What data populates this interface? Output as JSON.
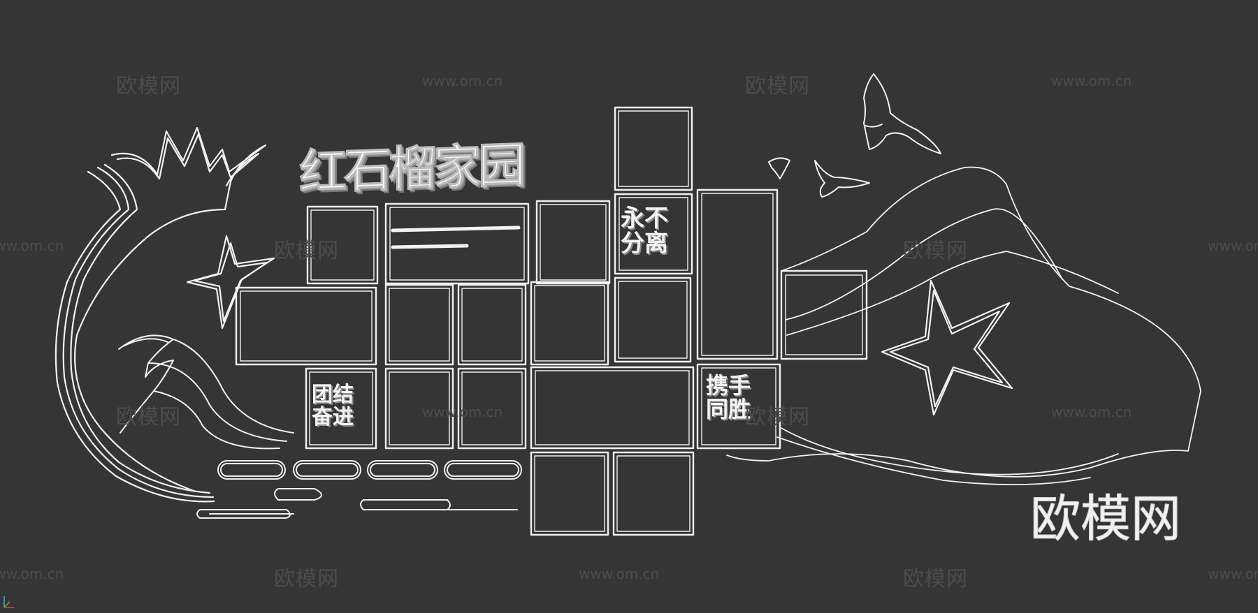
{
  "watermarks": {
    "logo_text": "欧模网",
    "url_text": "www.om.cn",
    "corner_logo": "欧模网"
  },
  "design": {
    "title": "红石榴家园",
    "panel_heading_1": "永不分离",
    "panel_heading_2": "团结奋进",
    "panel_heading_3": "携手同胜"
  },
  "colors": {
    "background": "#353535",
    "line": "#f2f2f2",
    "watermark": "#4c4c4c"
  },
  "icons": [
    "pomegranate-icon",
    "star-icon",
    "flag-icon",
    "dove-icon",
    "cloud-icon",
    "wave-icon"
  ]
}
